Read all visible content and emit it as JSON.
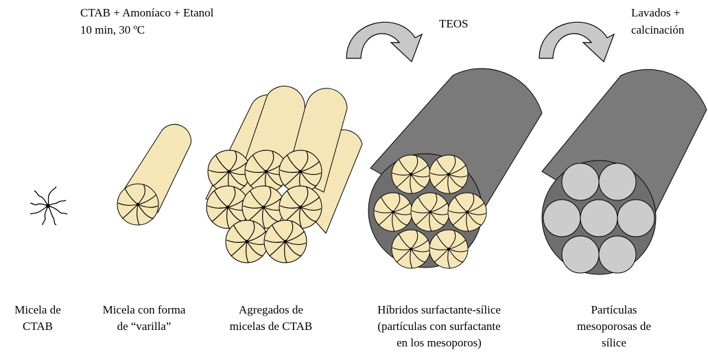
{
  "conditions": {
    "line1": "CTAB + Amoníaco + Etanol",
    "line2": "10 min, 30  ºC"
  },
  "step_labels": {
    "teos": "TEOS",
    "wash_line1": "Lavados +",
    "wash_line2": "calcinación"
  },
  "captions": [
    {
      "lines": [
        "Micela de",
        "CTAB"
      ]
    },
    {
      "lines": [
        "Micela con  forma",
        "de “varilla”"
      ]
    },
    {
      "lines": [
        "Agregados de",
        "micelas de CTAB"
      ]
    },
    {
      "lines": [
        "Híbridos surfactante-sílice",
        "(partículas con surfactante",
        "en los mesoporos)"
      ]
    },
    {
      "lines": [
        "Partículas",
        "mesoporosas de",
        "sílice"
      ]
    }
  ],
  "colors": {
    "micelle_fill": "#f5e6b8",
    "silica_dark": "#7a7a7a",
    "silica_face": "#6e6e6e",
    "pore_empty": "#cccccc",
    "arrow_fill": "#c8c8c8"
  },
  "icons": [
    "micelle-icon",
    "rod-micelle-icon",
    "rod-bundle-icon",
    "hybrid-cylinder-icon",
    "mesoporous-cylinder-icon",
    "curved-arrow-icon"
  ]
}
